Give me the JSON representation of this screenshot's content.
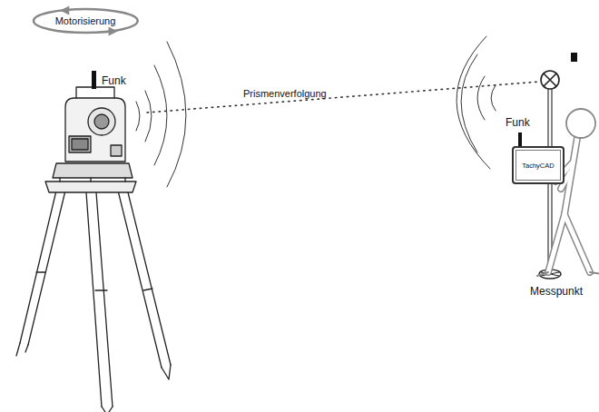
{
  "diagram": {
    "nodes": [
      {
        "text": [
          "Motorisierung"
        ]
      },
      {
        "text": [
          "TachyCAD"
        ]
      }
    ],
    "labels": [
      "Funk",
      "Prismenverfolgung",
      "Funk",
      "Messpunkt"
    ]
  }
}
